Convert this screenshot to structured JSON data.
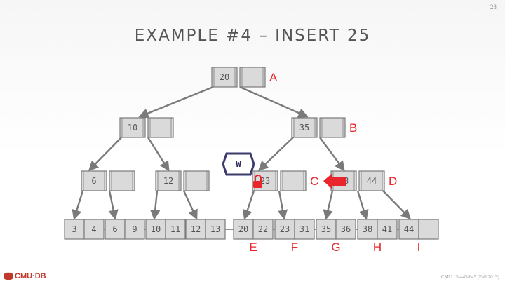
{
  "slide": {
    "title": "EXAMPLE #4 – INSERT 25",
    "page_number": "23",
    "footer": "CMU 15-445/645 (Fall 2019)",
    "logo_text": "CMU·DB"
  },
  "tree": {
    "root": {
      "keys": [
        "20",
        ""
      ],
      "label": "A"
    },
    "level1": [
      {
        "keys": [
          "10",
          ""
        ],
        "label": ""
      },
      {
        "keys": [
          "35",
          ""
        ],
        "label": "B"
      }
    ],
    "level2": [
      {
        "keys": [
          "6",
          ""
        ],
        "label": ""
      },
      {
        "keys": [
          "12",
          ""
        ],
        "label": ""
      },
      {
        "keys": [
          "23",
          ""
        ],
        "label": "C"
      },
      {
        "keys": [
          "38",
          "44"
        ],
        "label": "D"
      }
    ],
    "leaves": [
      {
        "keys": [
          "3",
          "4"
        ],
        "label": ""
      },
      {
        "keys": [
          "6",
          "9"
        ],
        "label": ""
      },
      {
        "keys": [
          "10",
          "11"
        ],
        "label": ""
      },
      {
        "keys": [
          "12",
          "13"
        ],
        "label": ""
      },
      {
        "keys": [
          "20",
          "22"
        ],
        "label": "E"
      },
      {
        "keys": [
          "23",
          "31"
        ],
        "label": "F"
      },
      {
        "keys": [
          "35",
          "36"
        ],
        "label": "G"
      },
      {
        "keys": [
          "38",
          "41"
        ],
        "label": "H"
      },
      {
        "keys": [
          "44",
          ""
        ],
        "label": "I"
      }
    ]
  },
  "latch": {
    "mode": "W"
  },
  "colors": {
    "accent": "#e8262b",
    "node_fill": "#dadada",
    "node_stroke": "#7a7a7a",
    "latch": "#3b3b6e"
  }
}
